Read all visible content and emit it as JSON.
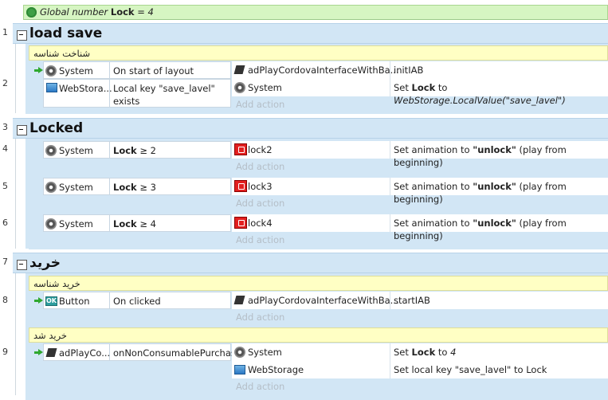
{
  "global": {
    "prefix": "Global number",
    "name": "Lock",
    "value": "= 4"
  },
  "line_numbers": [
    "1",
    "2",
    "3",
    "4",
    "5",
    "6",
    "7",
    "8",
    "9"
  ],
  "groups": [
    {
      "title": "load save"
    },
    {
      "title": "Locked"
    },
    {
      "title": "خرید"
    }
  ],
  "comments": [
    "شناخت شناسه",
    "خرید شناسه",
    "خرید شد"
  ],
  "add_action": "Add action",
  "events": {
    "e2": {
      "conditions": [
        {
          "object": "System",
          "text": "On start of layout",
          "icon": "gear-icon"
        },
        {
          "object": "WebStora...",
          "text": "Local key \"save_lavel\" exists",
          "icon": "webstorage-icon"
        }
      ],
      "actions": [
        {
          "object": "adPlayCordovaInterfaceWithBa...",
          "text": "initIAB",
          "icon": "plugin-icon"
        },
        {
          "object": "System",
          "pre": "Set ",
          "bold": "Lock",
          "mid": " to ",
          "italic": "WebStorage.LocalValue(\"save_lavel\")",
          "icon": "gear-icon"
        }
      ]
    },
    "e4": {
      "cond_object": "System",
      "cond_bold": "Lock",
      "cond_rest": " ≥ 2",
      "act_object": "lock2",
      "act_pre": "Set animation to ",
      "act_bold": "\"unlock\"",
      "act_post": " (play from beginning)"
    },
    "e5": {
      "cond_object": "System",
      "cond_bold": "Lock",
      "cond_rest": " ≥ 3",
      "act_object": "lock3",
      "act_pre": "Set animation to ",
      "act_bold": "\"unlock\"",
      "act_post": " (play from beginning)"
    },
    "e6": {
      "cond_object": "System",
      "cond_bold": "Lock",
      "cond_rest": " ≥ 4",
      "act_object": "lock4",
      "act_pre": "Set animation to ",
      "act_bold": "\"unlock\"",
      "act_post": " (play from beginning)"
    },
    "e8": {
      "cond_object": "Button",
      "cond_text": "On clicked",
      "btn_glyph": "OK",
      "act_object": "adPlayCordovaInterfaceWithBa...",
      "act_text": "startIAB"
    },
    "e9": {
      "cond_object": "adPlayCo...",
      "cond_text": "onNonConsumablePurchased",
      "actions": [
        {
          "object": "System",
          "pre": "Set ",
          "bold": "Lock",
          "mid": " to ",
          "italic": "4"
        },
        {
          "object": "WebStorage",
          "text": "Set local key \"save_lavel\" to Lock"
        }
      ]
    }
  }
}
